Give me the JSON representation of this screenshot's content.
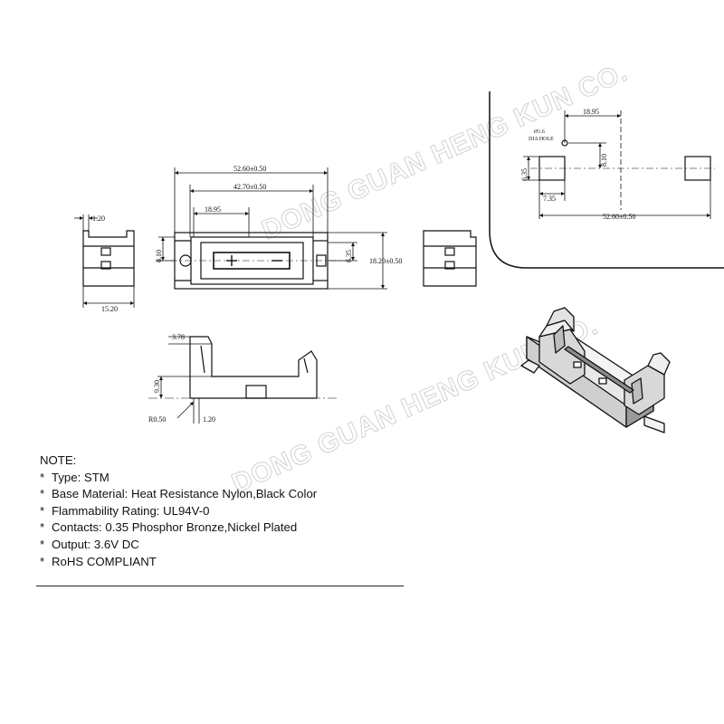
{
  "watermark": {
    "text_1": "DONG GUAN HENG KUN CO.",
    "text_2": "DONG GUAN HENG KUN CO."
  },
  "top_view": {
    "overall_length": "52.60±0.50",
    "inner_length": "42.70±0.50",
    "offset": "18.95",
    "height_left": "8.10",
    "height_right": "6.35",
    "overall_width": "18.20±0.50"
  },
  "left_view": {
    "tab_width": "1.20",
    "base_width": "15.20"
  },
  "front_view": {
    "height_top": "3.78",
    "height_mid": "9.30",
    "radius": "R0.50",
    "foot": "1.20"
  },
  "pcb_layout": {
    "hole_label_1": "Ø1.6",
    "hole_label_2": "DIA HOLE",
    "offset_x": "18.95",
    "offset_y": "8.10",
    "pad_height": "6.35",
    "pad_width": "7.35",
    "pitch": "52.60±0.50"
  },
  "notes": {
    "title": "NOTE:",
    "bullet": "*",
    "items": [
      "Type: STM",
      "Base Material: Heat Resistance Nylon,Black Color",
      "Flammability Rating: UL94V-0",
      "Contacts: 0.35 Phosphor Bronze,Nickel Plated",
      "Output: 3.6V DC",
      "RoHS COMPLIANT"
    ]
  }
}
